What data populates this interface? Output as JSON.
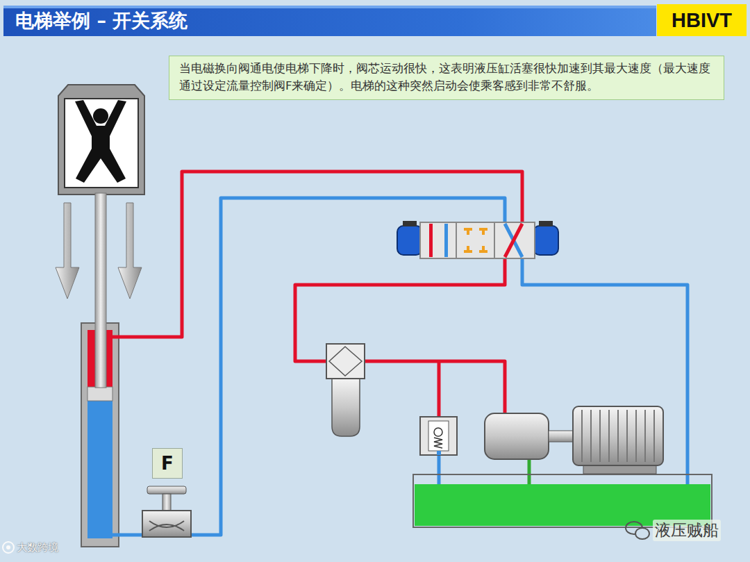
{
  "diagram": {
    "title": "电梯举例 – 开关系统",
    "nodes": [
      {
        "text": [
          "HBIVT"
        ]
      },
      {
        "text": [
          "当电磁换向阀通电使电梯下降时，阀芯运动很快，这表明液压缸活塞很快加速到其最大速度（最大速度通过设定流量控制阀F来确定）。电梯的这种突然启动会使乘客感到非常不舒服。"
        ]
      },
      {
        "text": [
          "F"
        ]
      }
    ],
    "labels": [
      "大数跨境",
      "液压贼船"
    ]
  }
}
